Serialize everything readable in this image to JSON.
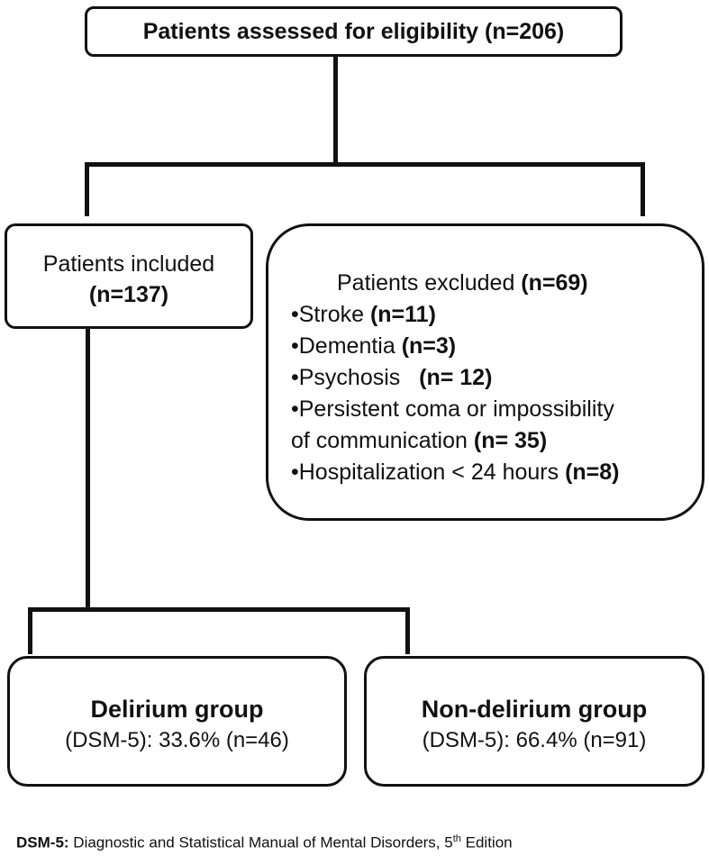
{
  "top_box": {
    "text": "Patients assessed for eligibility (n=206)"
  },
  "included_box": {
    "label": "Patients included",
    "count": "(n=137)"
  },
  "excluded_box": {
    "header_label": "Patients excluded ",
    "header_count": "(n=69)",
    "items": [
      {
        "label": "•Stroke ",
        "count": "(n=11)"
      },
      {
        "label": "•Dementia ",
        "count": "(n=3)"
      },
      {
        "label": "•Psychosis   ",
        "count": "(n= 12)"
      },
      {
        "label": "•Persistent coma or impossibility",
        "count": ""
      },
      {
        "label": "of communication ",
        "count": "(n= 35)"
      },
      {
        "label": "•Hospitalization < 24 hours ",
        "count": "(n=8)"
      }
    ]
  },
  "delirium_box": {
    "title": "Delirium group",
    "subtitle": "(DSM-5): 33.6% (n=46)"
  },
  "non_delirium_box": {
    "title": "Non-delirium group",
    "subtitle": "(DSM-5): 66.4% (n=91)"
  },
  "footnote": {
    "term": "DSM-5:",
    "text_before_sup": " Diagnostic and Statistical Manual of Mental Disorders, 5",
    "sup": "th",
    "text_after_sup": " Edition"
  }
}
